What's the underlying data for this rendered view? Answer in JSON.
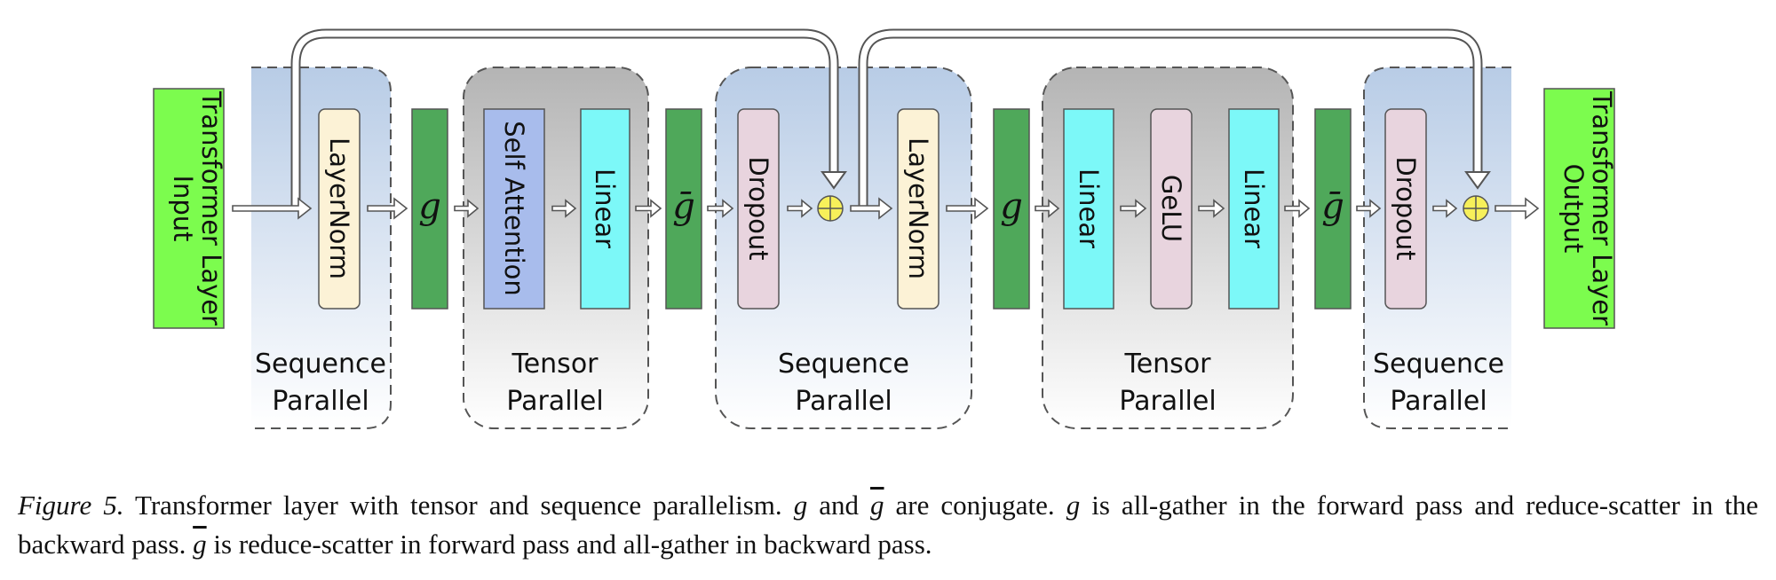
{
  "input_label_line1": "Transformer Layer",
  "input_label_line2": "Input",
  "output_label_line1": "Transformer Layer",
  "output_label_line2": "Output",
  "blocks": {
    "layernorm1": "LayerNorm",
    "self_attention": "Self Attention",
    "linear1": "Linear",
    "dropout1": "Dropout",
    "layernorm2": "LayerNorm",
    "linear2": "Linear",
    "gelu": "GeLU",
    "linear3": "Linear",
    "dropout2": "Dropout"
  },
  "operators": {
    "g": "g",
    "g_bar": "ḡ"
  },
  "regions": {
    "sequence_parallel_line1": "Sequence",
    "sequence_parallel_line2": "Parallel",
    "tensor_parallel_line1": "Tensor",
    "tensor_parallel_line2": "Parallel"
  },
  "caption": {
    "figure_label": "Figure 5.",
    "part1": " Transformer layer with tensor and sequence parallelism.  ",
    "g1": "g",
    "part2": " and ",
    "gbar1": "g",
    "part3": " are conjugate.  ",
    "g2": "g",
    "part4": " is all-gather in the forward pass and reduce-scatter in the backward pass. ",
    "gbar2": "g",
    "part5": " is reduce-scatter in forward pass and all-gather in backward pass."
  },
  "colors": {
    "input_output": "#7CFC4E",
    "g_block": "#4FA85A",
    "layernorm": "#FCF2D6",
    "self_attention": "#A8BCEC",
    "linear": "#7CF8F8",
    "dropout_gelu": "#E8D4DE",
    "adder": "#F7F05A",
    "sequence_region": "#B8CCE6",
    "tensor_region": "#B4B4B4"
  }
}
